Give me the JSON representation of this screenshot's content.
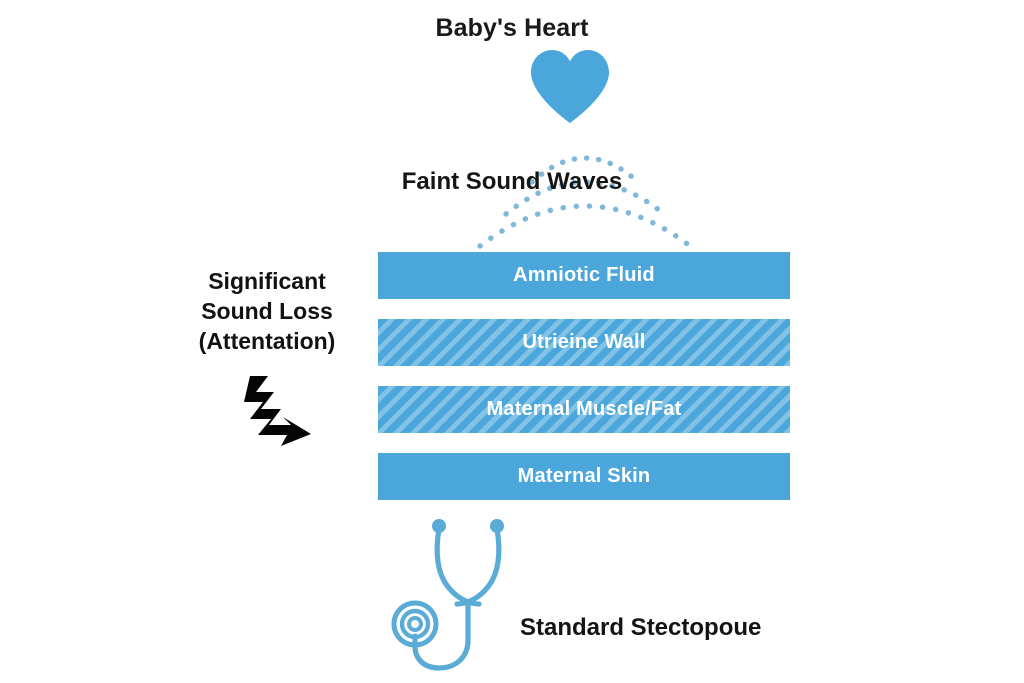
{
  "figure": {
    "title": "Baby's Heart",
    "background_color": "#ffffff",
    "accent_color": "#4ba7db",
    "wave_dot_color": "#7fb8d9",
    "text_color": "#141414",
    "label_text_color": "#ffffff"
  },
  "heart": {
    "icon": "heart-icon",
    "color": "#4ba7db"
  },
  "sound_waves": {
    "label": "Faint Sound Waves",
    "arc_count": 3,
    "dot_color": "#7fb8d9",
    "style": "dotted"
  },
  "attenuation_note": {
    "line1": "Significant",
    "line2": "Sound Loss",
    "line3": "(Attentation)",
    "arrow_icon": "lightning-bolt-arrow-icon",
    "arrow_color": "#000000"
  },
  "layers": [
    {
      "label": "Amniotic Fluid",
      "pattern": "solid",
      "color": "#4ba7db"
    },
    {
      "label": "Utrieine Wall",
      "pattern": "hatched",
      "color": "#4ba7db"
    },
    {
      "label": "Maternal Muscle/Fat",
      "pattern": "hatched",
      "color": "#4ba7db"
    },
    {
      "label": "Maternal Skin",
      "pattern": "solid",
      "color": "#4ba7db"
    }
  ],
  "stethoscope": {
    "caption": "Standard Stectopoue",
    "icon": "stethoscope-icon",
    "color": "#5aabd6"
  }
}
